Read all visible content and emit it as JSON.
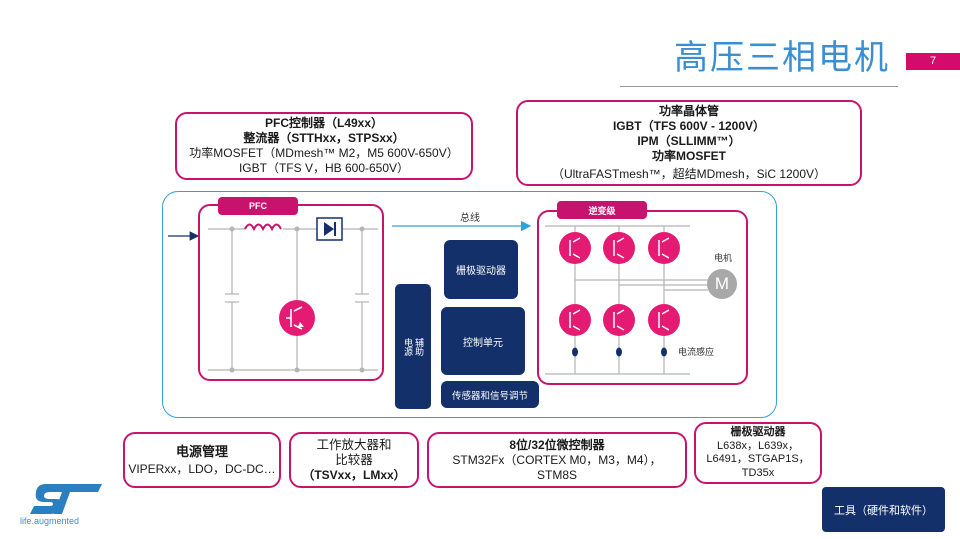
{
  "header": {
    "title": "高压三相电机",
    "page_number": "7"
  },
  "boxes": {
    "pfc": {
      "lines": [
        "PFC控制器（L49xx）",
        "整流器（STTHxx，STPSxx）",
        "功率MOSFET（MDmesh™ M2，M5 600V-650V）",
        "IGBT（TFS V，HB 600-650V）"
      ]
    },
    "power": {
      "lines": [
        "功率晶体管",
        "IGBT（TFS 600V - 1200V）",
        "IPM（SLLIMM™）",
        "功率MOSFET",
        "（UltraFASTmesh™，超结MDmesh，SiC 1200V）"
      ]
    },
    "power_mgmt": {
      "lines": [
        "电源管理",
        "VIPERxx，LDO，DC-DC…"
      ]
    },
    "opamp": {
      "lines": [
        "工作放大器和",
        "比较器",
        "（TSVxx，LMxx）"
      ]
    },
    "mcu": {
      "lines": [
        "8位/32位微控制器",
        "STM32Fx（CORTEX M0，M3，M4），",
        "STM8S"
      ]
    },
    "gate_driver": {
      "lines": [
        "栅极驱动器",
        "L638x，L639x，",
        "L6491，STGAP1S，",
        "TD35x"
      ]
    }
  },
  "diagram": {
    "pfc_tag": "PFC",
    "inverter_tag": "逆变级",
    "bus_label": "总线",
    "gate_driver_block": "栅极驱动器",
    "control_unit_block": "控制单元",
    "sensor_block": "传感器和信号调节",
    "aux_power_block": "辅助电源",
    "motor_label": "电机",
    "motor_symbol": "M",
    "current_sense_label": "电流感应"
  },
  "tools_button": "工具（硬件和软件）",
  "logo": {
    "tagline": "life.augmented"
  },
  "colors": {
    "accent": "#c8136e",
    "navy": "#14306b",
    "title_blue": "#3b8fd0",
    "frame_blue": "#2fa3d8"
  }
}
